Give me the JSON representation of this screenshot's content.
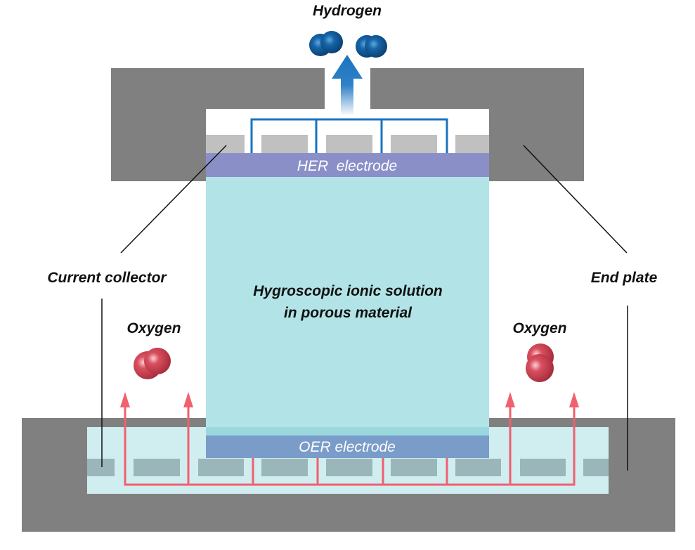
{
  "labels": {
    "hydrogen": "Hydrogen",
    "her_electrode": "HER  electrode",
    "oer_electrode": "OER electrode",
    "current_collector": "Current collector",
    "end_plate": "End plate",
    "oxygen_left": "Oxygen",
    "oxygen_right": "Oxygen",
    "body_line1": "Hygroscopic ionic solution",
    "body_line2": "in porous material"
  },
  "colors": {
    "end_plate": "#808080",
    "her_electrode": "#8a8fc8",
    "oer_electrode": "#7a9cc8",
    "porous_body": "#b2e3e6",
    "hydrogen": "#1565a8",
    "oxygen": "#d9505f",
    "oxygen_flow": "#f0606e"
  }
}
